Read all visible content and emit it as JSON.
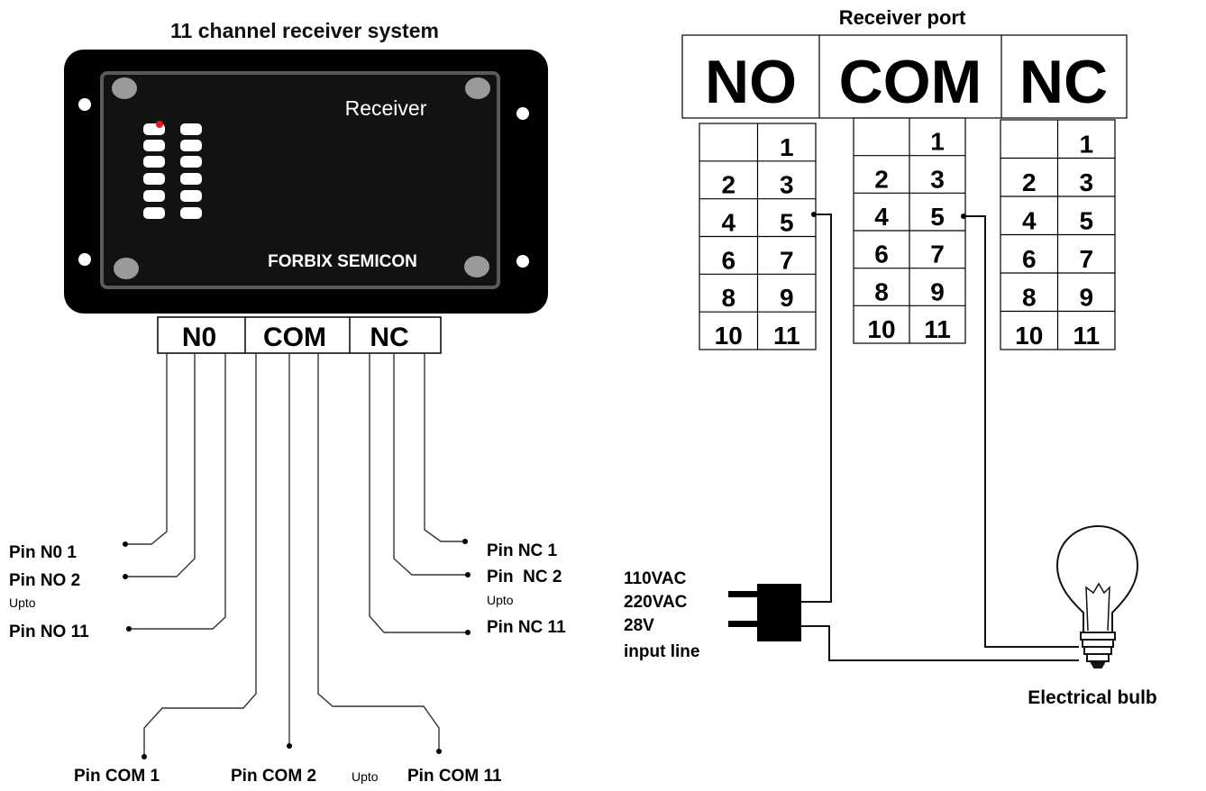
{
  "title": "11 channel receiver system",
  "receiver_box": {
    "label": "Receiver",
    "brand": "FORBIX SEMICON",
    "colors": {
      "body": "#000000",
      "panel": "#1a1a1a",
      "border": "#555555",
      "led_on": "#e8161b",
      "screw": "#9a9a9a"
    }
  },
  "terminal_block": {
    "no": "N0",
    "com": "COM",
    "nc": "NC"
  },
  "pin_labels": {
    "no1": "Pin N0 1",
    "no2": "Pin NO 2",
    "no_upto": "Upto",
    "no11": "Pin NO 11",
    "nc1": "Pin NC 1",
    "nc2": "Pin  NC 2",
    "nc_upto": "Upto",
    "nc11": "Pin NC 11",
    "com1": "Pin COM 1",
    "com2": "Pin COM 2",
    "com_upto": "Upto",
    "com11": "Pin COM 11"
  },
  "port": {
    "title": "Receiver port",
    "headers": [
      "NO",
      "COM",
      "NC"
    ],
    "rows": [
      [
        "",
        "1"
      ],
      [
        "2",
        "3"
      ],
      [
        "4",
        "5"
      ],
      [
        "6",
        "7"
      ],
      [
        "8",
        "9"
      ],
      [
        "10",
        "11"
      ]
    ]
  },
  "input": {
    "line1": "110VAC",
    "line2": "220VAC",
    "line3": "28V",
    "line4": "input line"
  },
  "bulb_label": "Electrical bulb"
}
